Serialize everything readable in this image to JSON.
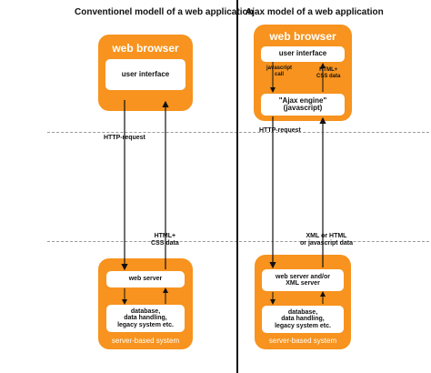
{
  "left": {
    "title": "Conventionel modell of a web application",
    "browser": {
      "header": "web browser",
      "ui": "user interface"
    },
    "request_label": "HTTP-request",
    "response_label": [
      "HTML+",
      "CSS data"
    ],
    "server": {
      "web_server": "web server",
      "backend": [
        "database,",
        "data handling,",
        "legacy system etc."
      ],
      "footer": "server-based system"
    }
  },
  "right": {
    "title": "Ajax model of a web application",
    "browser": {
      "header": "web browser",
      "ui": "user interface",
      "engine": [
        "\"Ajax engine\"",
        "(javascript)"
      ],
      "js_call": [
        "javascript",
        "call"
      ],
      "html_css": [
        "HTML+",
        "CSS data"
      ]
    },
    "request_label": "HTTP-request",
    "response_label": [
      "XML or HTML",
      "or javascript data"
    ],
    "server": {
      "web_server": [
        "web server and/or",
        "XML server"
      ],
      "backend": [
        "database,",
        "data handling,",
        "legacy system etc."
      ],
      "footer": "server-based system"
    }
  },
  "colors": {
    "box": "#f7931e",
    "text": "#111111",
    "divider": "#9a9a9a"
  }
}
